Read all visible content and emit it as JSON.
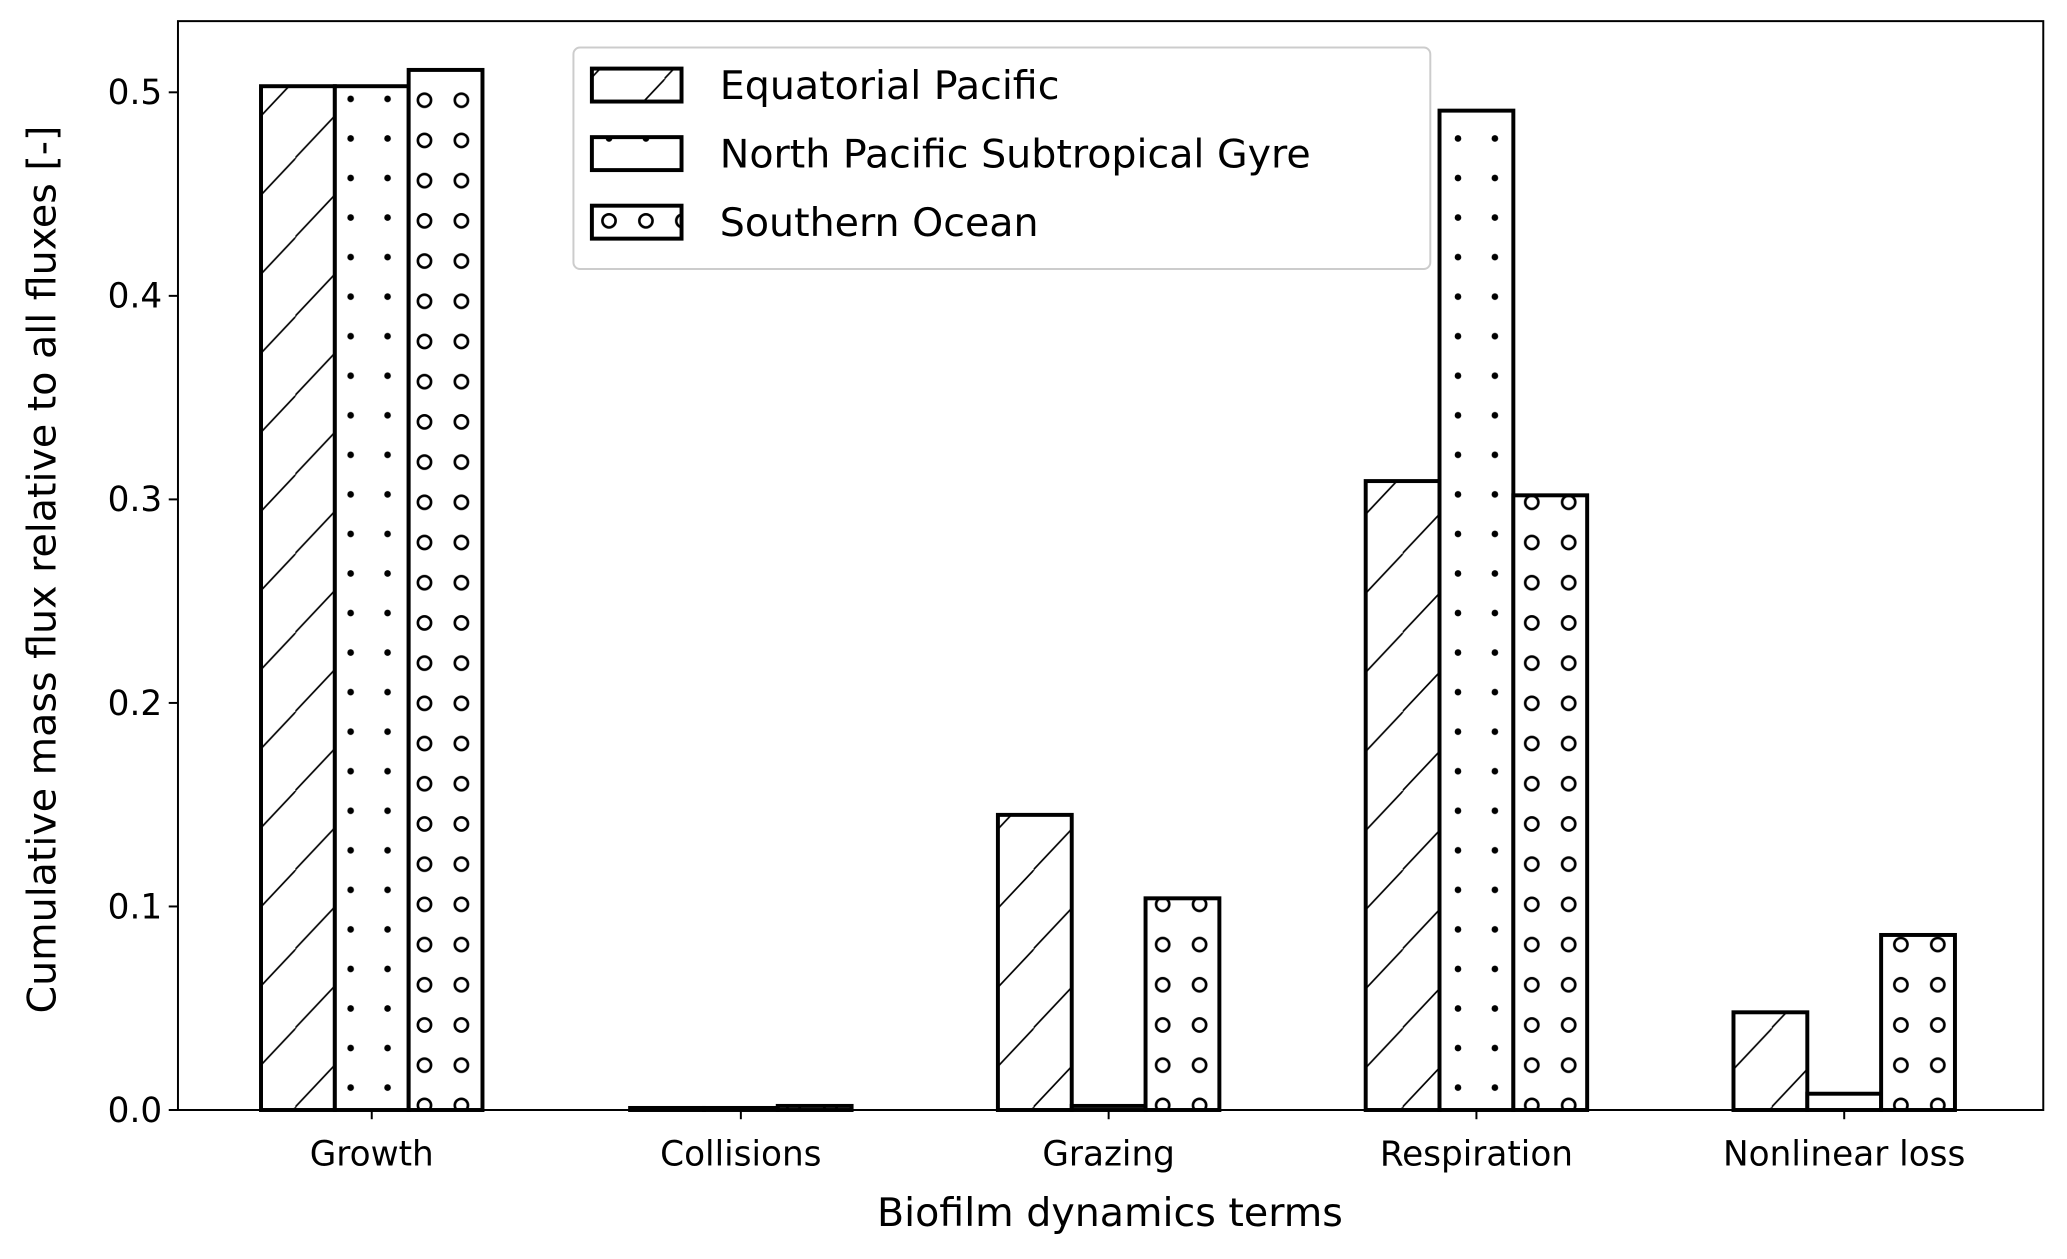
{
  "chart_data": {
    "type": "bar",
    "title": "",
    "xlabel": "Biofilm dynamics terms",
    "ylabel": "Cumulative mass flux relative to all fluxes [-]",
    "categories": [
      "Growth",
      "Collisions",
      "Grazing",
      "Respiration",
      "Nonlinear loss"
    ],
    "series": [
      {
        "name": "Equatorial Pacific",
        "pattern": "diagonal-hatch",
        "values": [
          0.503,
          0.001,
          0.145,
          0.309,
          0.048
        ]
      },
      {
        "name": "North Pacific Subtropical Gyre",
        "pattern": "dots",
        "values": [
          0.503,
          0.001,
          0.002,
          0.491,
          0.008
        ]
      },
      {
        "name": "Southern Ocean",
        "pattern": "circles",
        "values": [
          0.511,
          0.002,
          0.104,
          0.302,
          0.086
        ]
      }
    ],
    "ylim": [
      0,
      0.535
    ],
    "yticks": [
      "0.0",
      "0.1",
      "0.2",
      "0.3",
      "0.4",
      "0.5"
    ],
    "legend_placement": "top-center",
    "grid": false
  }
}
